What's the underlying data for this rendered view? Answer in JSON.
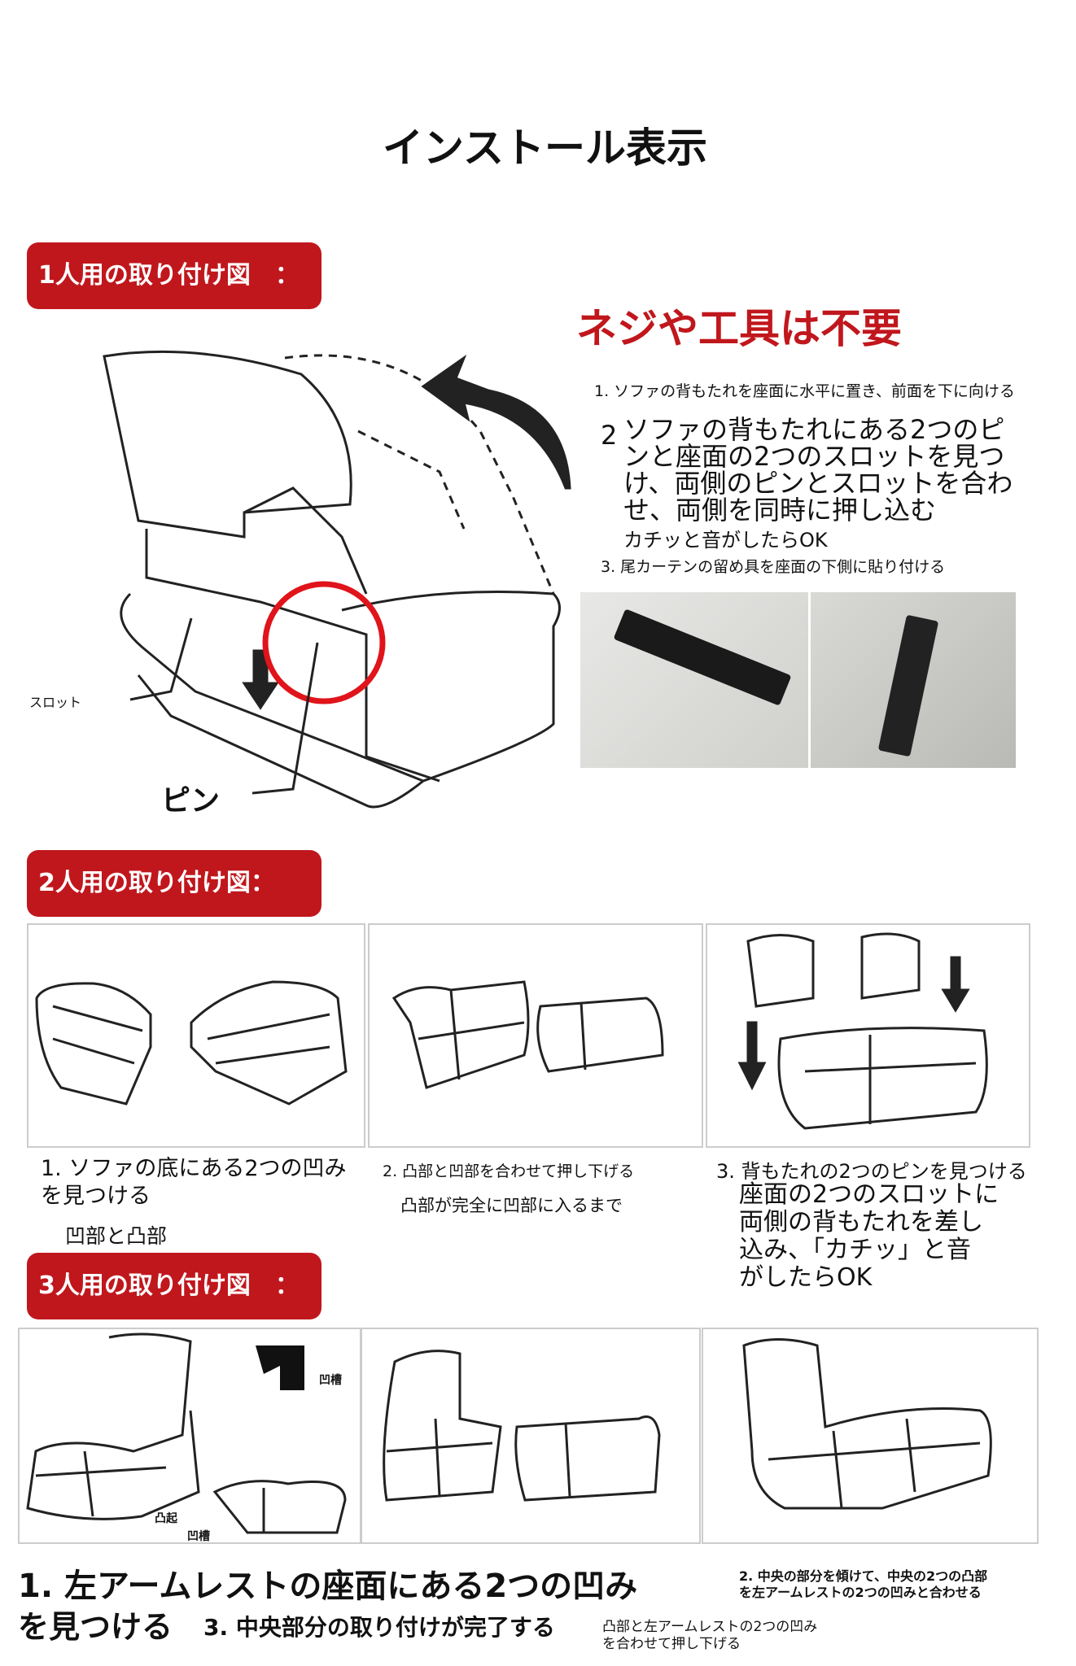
{
  "title": "インストール表示",
  "section1": {
    "banner": "1人用の取り付け図　：",
    "no_tools": "ネジや工具は不要",
    "step1": "1. ソファの背もたれを座面に水平に置き、前面を下に向ける",
    "step2_num": "2",
    "step2_lines": [
      "ソファの背もたれにある2つのピ",
      "ンと座面の2つのスロットを見つ",
      "け、両側のピンとスロットを合わ",
      "せ、両側を同時に押し込む"
    ],
    "step2_overlay": "カチッと音がしたらOK",
    "step3": "3. 尾カーテンの留め具を座面の下側に貼り付ける",
    "label_slot": "スロット",
    "label_pin": "ピン"
  },
  "section2": {
    "banner": "2人用の取り付け図：",
    "step1": "1. ソファの底にある2つの凹みを見つける",
    "step1_sub": "凹部と凸部",
    "step2": "2. 凸部と凹部を合わせて押し下げる",
    "step2_sub": "凸部が完全に凹部に入るまで",
    "step3": "3. 背もたれの2つのピンを見つける",
    "step3_lines": [
      "座面の2つのスロットに",
      "両側の背もたれを差し",
      "込み、「カチッ」と音",
      "がしたらOK"
    ]
  },
  "section3": {
    "banner": "3人用の取り付け図　：",
    "label_recess": "凹槽",
    "label_boss": "凸起",
    "label_recess2": "凹槽",
    "step1_line1": "1. 左アームレストの座面にある2つの凹み",
    "step1_line2": "を見つける",
    "step3": "3. 中央部分の取り付けが完了する",
    "step2_lines": [
      "2. 中央の部分を傾けて、中央の2つの凸部",
      "を左アームレストの2つの凹みと合わせる"
    ],
    "step2b_lines": [
      "凸部と左アームレストの2つの凹み",
      "を合わせて押し下げる"
    ]
  },
  "colors": {
    "accent": "#c0171d"
  }
}
